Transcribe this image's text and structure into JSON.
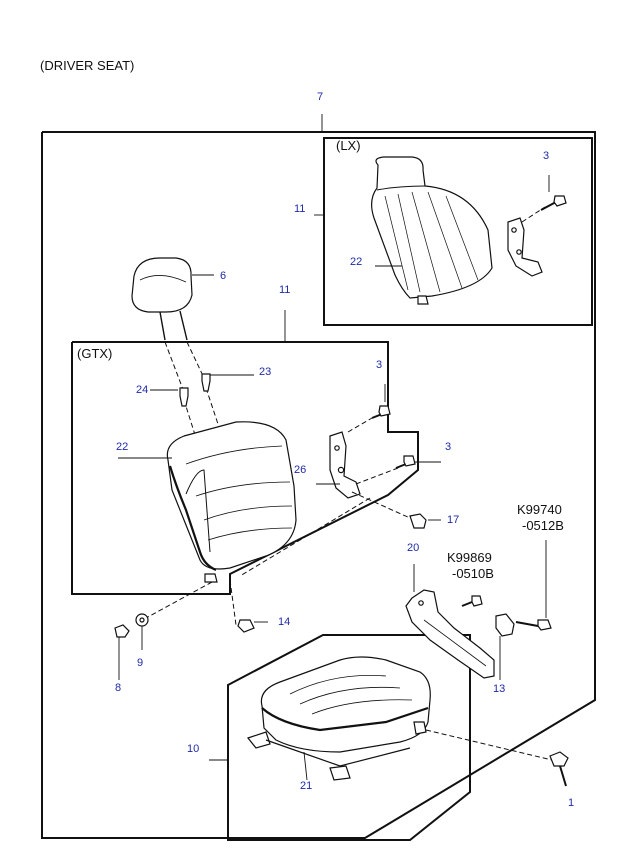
{
  "header": {
    "title": "(DRIVER SEAT)"
  },
  "groups": {
    "lx": "(LX)",
    "gtx": "(GTX)"
  },
  "references": {
    "ref1_line1": "K99740",
    "ref1_line2": "-0512B",
    "ref2_line1": "K99869",
    "ref2_line2": "-0510B"
  },
  "callouts": {
    "c7": "7",
    "c3_lx": "3",
    "c11_lx": "11",
    "c22_lx": "22",
    "c6": "6",
    "c11_gtx": "11",
    "c3_a": "3",
    "c23": "23",
    "c24": "24",
    "c22_gtx": "22",
    "c3_b": "3",
    "c26": "26",
    "c17": "17",
    "c20": "20",
    "c14": "14",
    "c9": "9",
    "c8": "8",
    "c13": "13",
    "c10": "10",
    "c21": "21",
    "c1": "1"
  },
  "colors": {
    "callout": "#1f2aa8",
    "line": "#111111",
    "background": "#ffffff"
  }
}
